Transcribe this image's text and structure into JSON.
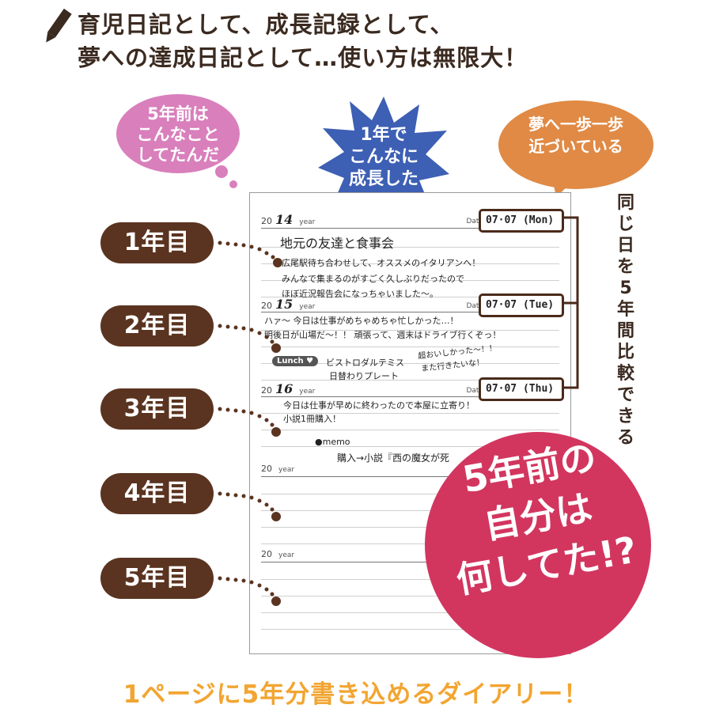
{
  "headline": {
    "line1": "育児日記として、成長記録として、",
    "line2": "夢への達成日記として…使い方は無限大！"
  },
  "bubbles": {
    "pink": [
      "5年前は",
      "こんなこと",
      "してたんだ"
    ],
    "star": [
      "1年で",
      "こんなに",
      "成長した"
    ],
    "orange": [
      "夢へ一歩一歩",
      "近づいている"
    ]
  },
  "year_pills": [
    "1年目",
    "2年目",
    "3年目",
    "4年目",
    "5年目"
  ],
  "side_note": "同じ日を5年間比較できる",
  "diary": {
    "year_prefix": "20",
    "year_label": "year",
    "date_label": "Date",
    "entries": [
      {
        "year_suffix": "14",
        "date": "07·07 (Mon)",
        "title": "地元の友達と食事会",
        "lines": [
          "広尾駅待ち合わせして、オススメのイタリアンへ！",
          "みんなで集まるのがすごく久しぶりだったので",
          "ほぼ近況報告会になっちゃいました〜。"
        ]
      },
      {
        "year_suffix": "15",
        "date": "07·07 (Tue)",
        "lines": [
          "ハァ〜 今日は仕事がめちゃめちゃ忙しかった…！",
          "明後日が山場だ〜！！ 頑張って、週末はドライブ行くぞっ！"
        ],
        "lunch_badge": "Lunch ♥",
        "lunch_lines": [
          "ビストロダルテミス",
          "日替わりプレート"
        ],
        "lunch_comment": [
          "超おいしかった〜！！",
          "また行きたいな！"
        ]
      },
      {
        "year_suffix": "16",
        "date": "07·07 (Thu)",
        "lines": [
          "今日は仕事が早めに終わったので本屋に立寄り！",
          "小説1冊購入！"
        ],
        "memo_label": "●memo",
        "memo_text": "購入→小説『西の魔女が死"
      },
      {
        "year_suffix": "",
        "date": ""
      },
      {
        "year_suffix": "",
        "date": ""
      }
    ]
  },
  "circle": {
    "lines": [
      "5年前の",
      "自分は",
      "何してた!?"
    ]
  },
  "footer": "1ページに5年分書き込めるダイアリー！",
  "colors": {
    "brown": "#5a3420",
    "pink": "#d97fbc",
    "blue": "#3d5fb4",
    "orange": "#e08a45",
    "red": "#d2365f",
    "footer": "#f2a531"
  }
}
